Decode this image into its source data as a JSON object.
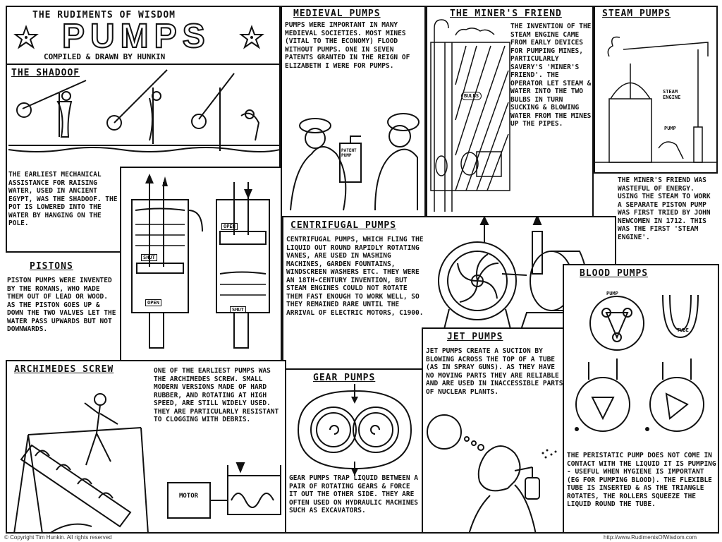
{
  "title": {
    "series": "THE RUDIMENTS OF WISDOM",
    "main": "PUMPS",
    "credit": "COMPILED & DRAWN BY HUNKIN"
  },
  "shadoof": {
    "heading": "THE SHADOOF",
    "text": "THE EARLIEST MECHANICAL ASSISTANCE FOR RAISING WATER, USED IN ANCIENT EGYPT, WAS THE SHADOOF. THE POT IS LOWERED INTO THE WATER BY HANGING ON THE POLE."
  },
  "pistons": {
    "heading": "PISTONS",
    "text": "PISTON PUMPS WERE INVENTED BY THE ROMANS, WHO MADE THEM OUT OF LEAD OR WOOD. AS THE PISTON GOES UP & DOWN THE TWO VALVES LET THE WATER PASS UPWARDS BUT NOT DOWNWARDS.",
    "labels": [
      "SHUT",
      "OPEN",
      "OPEN",
      "SHUT"
    ]
  },
  "medieval": {
    "heading": "MEDIEVAL PUMPS",
    "text": "PUMPS WERE IMPORTANT IN MANY MEDIEVAL SOCIETIES. MOST MINES (VITAL TO THE ECONOMY) FLOOD WITHOUT PUMPS. ONE IN SEVEN PATENTS GRANTED IN THE REIGN OF ELIZABETH I WERE FOR PUMPS.",
    "patent_label": "PATENT PUMP"
  },
  "miners_friend": {
    "heading": "THE MINER'S FRIEND",
    "text": "THE INVENTION OF THE STEAM ENGINE CAME FROM EARLY DEVICES FOR PUMPING MINES, PARTICULARLY SAVERY'S 'MINER'S FRIEND'. THE OPERATOR LET STEAM & WATER INTO THE TWO BULBS IN TURN SUCKING & BLOWING WATER FROM THE MINES UP THE PIPES.",
    "bulbs_label": "BULBS"
  },
  "steam": {
    "heading": "STEAM PUMPS",
    "engine_label": "STEAM ENGINE",
    "pump_label": "PUMP",
    "text": "THE MINER'S FRIEND WAS WASTEFUL OF ENERGY. USING THE STEAM TO WORK A SEPARATE PISTON PUMP WAS FIRST TRIED BY JOHN NEWCOMEN IN 1712. THIS WAS THE FIRST 'STEAM ENGINE'."
  },
  "centrifugal": {
    "heading": "CENTRIFUGAL PUMPS",
    "text": "CENTRIFUGAL PUMPS, WHICH FLING THE LIQUID OUT ROUND RAPIDLY ROTATING VANES, ARE USED IN WASHING MACHINES, GARDEN FOUNTAINS, WINDSCREEN WASHERS ETC. THEY WERE AN 18TH-CENTURY INVENTION, BUT STEAM ENGINES COULD NOT ROTATE THEM FAST ENOUGH TO WORK WELL, SO THEY REMAINED RARE UNTIL THE ARRIVAL OF ELECTRIC MOTORS, C1900."
  },
  "blood": {
    "heading": "BLOOD PUMPS",
    "pump_label": "PUMP",
    "tube_label": "TUBE",
    "text": "THE PERISTATIC PUMP DOES NOT COME IN CONTACT WITH THE LIQUID IT IS PUMPING - USEFUL WHEN HYGIENE IS IMPORTANT (EG FOR PUMPING BLOOD). THE FLEXIBLE TUBE IS INSERTED & AS THE TRIANGLE ROTATES, THE ROLLERS SQUEEZE THE LIQUID ROUND THE TUBE."
  },
  "archimedes": {
    "heading": "ARCHIMEDES SCREW",
    "text": "ONE OF THE EARLIEST PUMPS WAS THE ARCHIMEDES SCREW. SMALL MODERN VERSIONS MADE OF HARD RUBBER, AND ROTATING AT HIGH SPEED, ARE STILL WIDELY USED. THEY ARE PARTICULARLY RESISTANT TO CLOGGING WITH DEBRIS.",
    "motor_label": "MOTOR"
  },
  "gear": {
    "heading": "GEAR PUMPS",
    "text": "GEAR PUMPS TRAP LIQUID BETWEEN A PAIR OF ROTATING GEARS & FORCE IT OUT THE OTHER SIDE. THEY ARE OFTEN USED ON HYDRAULIC MACHINES SUCH AS EXCAVATORS."
  },
  "jet": {
    "heading": "JET PUMPS",
    "text": "JET PUMPS CREATE A SUCTION BY BLOWING ACROSS THE TOP OF A TUBE (AS IN SPRAY GUNS). AS THEY HAVE NO MOVING PARTS THEY ARE RELIABLE AND ARE USED IN INACCESSIBLE PARTS OF NUCLEAR PLANTS."
  },
  "footer": {
    "copyright": "© Copyright Tim Hunkin. All rights reserved",
    "url": "http://www.RudimentsOfWisdom.com"
  }
}
